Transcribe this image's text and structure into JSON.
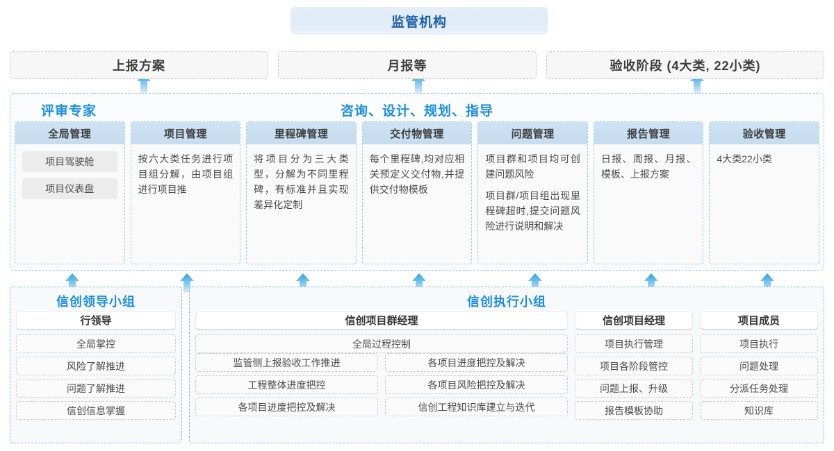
{
  "top": {
    "regulator": "监管机构",
    "boxes": [
      {
        "label": "上报方案"
      },
      {
        "label": "月报等"
      },
      {
        "label": "验收阶段 (4大类, 22小类)"
      }
    ]
  },
  "middle": {
    "header_left": "评审专家",
    "header_center": "咨询、设计、规划、指导",
    "cards": [
      {
        "title": "全局管理",
        "chips": [
          "项目驾驶舱",
          "项目仪表盘"
        ],
        "paragraphs": []
      },
      {
        "title": "项目管理",
        "chips": [],
        "paragraphs": [
          "按六大类任务进行项目组分解，由项目组进行项目推"
        ]
      },
      {
        "title": "里程碑管理",
        "chips": [],
        "paragraphs": [
          "将项目分为三大类型，分解为不同里程碑，有标准并且实现差异化定制"
        ]
      },
      {
        "title": "交付物管理",
        "chips": [],
        "paragraphs": [
          "每个里程碑,均对应相关预定义交付物,并提供交付物模板"
        ]
      },
      {
        "title": "问题管理",
        "chips": [],
        "paragraphs": [
          "项目群和项目均可创建问题风险",
          "项目群/项目组出现里程碑超时,提交问题风险进行说明和解决"
        ]
      },
      {
        "title": "报告管理",
        "chips": [],
        "paragraphs": [
          "日报、周报、月报、模板、上报方案"
        ]
      },
      {
        "title": "验收管理",
        "chips": [],
        "paragraphs": [
          "4大类22小类"
        ]
      }
    ]
  },
  "bottom": {
    "leader_group": {
      "title": "信创领导小组",
      "role": "行领导",
      "tasks": [
        "全局掌控",
        "风险了解推进",
        "问题了解推进",
        "信创信息掌握"
      ]
    },
    "exec_group": {
      "title": "信创执行小组",
      "program_manager": {
        "role": "信创项目群经理",
        "full_task": "全局过程控制",
        "left_tasks": [
          "监管侧上报验收工作推进",
          "工程整体进度把控",
          "各项目进度把控及解决"
        ],
        "right_tasks": [
          "各项目进度把控及解决",
          "各项目风险把控及解决",
          "信创工程知识库建立与迭代"
        ]
      },
      "project_manager": {
        "role": "信创项目经理",
        "tasks": [
          "项目执行管理",
          "项目各阶段管控",
          "问题上报、升级",
          "报告模板协助"
        ]
      },
      "project_member": {
        "role": "项目成员",
        "tasks": [
          "项目执行",
          "问题处理",
          "分派任务处理",
          "知识库"
        ]
      }
    }
  },
  "colors": {
    "accent_blue": "#1c8fe0",
    "deep_blue": "#1f5fa8",
    "card_head": "#cde2f2",
    "dashed_blue": "#9fcbe8",
    "arrow_blue": "#2aa3e4"
  }
}
